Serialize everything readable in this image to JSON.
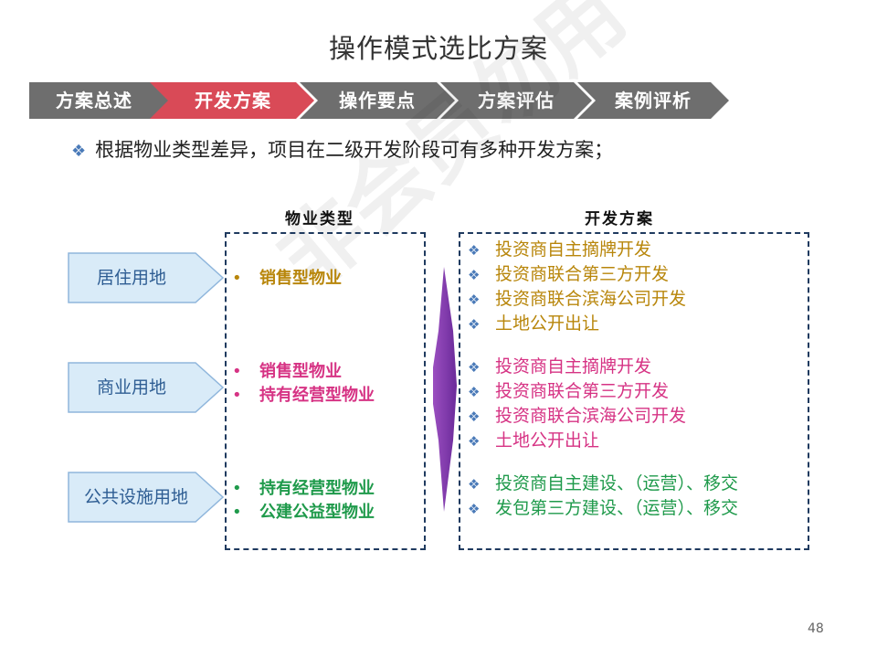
{
  "title": "操作模式选比方案",
  "nav": {
    "steps": [
      "方案总述",
      "开发方案",
      "操作要点",
      "方案评估",
      "案例评析"
    ],
    "active_index": 1,
    "colors": {
      "active": "#d94a57",
      "inactive": "#6e6e6e"
    }
  },
  "intro": "根据物业类型差异，项目在二级开发阶段可有多种开发方案；",
  "headers": {
    "property_type": "物业类型",
    "dev_plan": "开发方案"
  },
  "watermark": "非会员勿用",
  "groups": [
    {
      "land": "居住用地",
      "color": "#b8860b",
      "types": [
        "销售型物业"
      ],
      "plans": [
        "投资商自主摘牌开发",
        "投资商联合第三方开发",
        "投资商联合滨海公司开发",
        "土地公开出让"
      ]
    },
    {
      "land": "商业用地",
      "color": "#d63384",
      "types": [
        "销售型物业",
        "持有经营型物业"
      ],
      "plans": [
        "投资商自主摘牌开发",
        "投资商联合第三方开发",
        "投资商联合滨海公司开发",
        "土地公开出让"
      ]
    },
    {
      "land": "公共设施用地",
      "color": "#1f9a4b",
      "types": [
        "持有经营型物业",
        "公建公益型物业"
      ],
      "plans": [
        "投资商自主建设、（运营）、移交",
        "发包第三方建设、（运营）、移交"
      ]
    }
  ],
  "page_number": "48"
}
